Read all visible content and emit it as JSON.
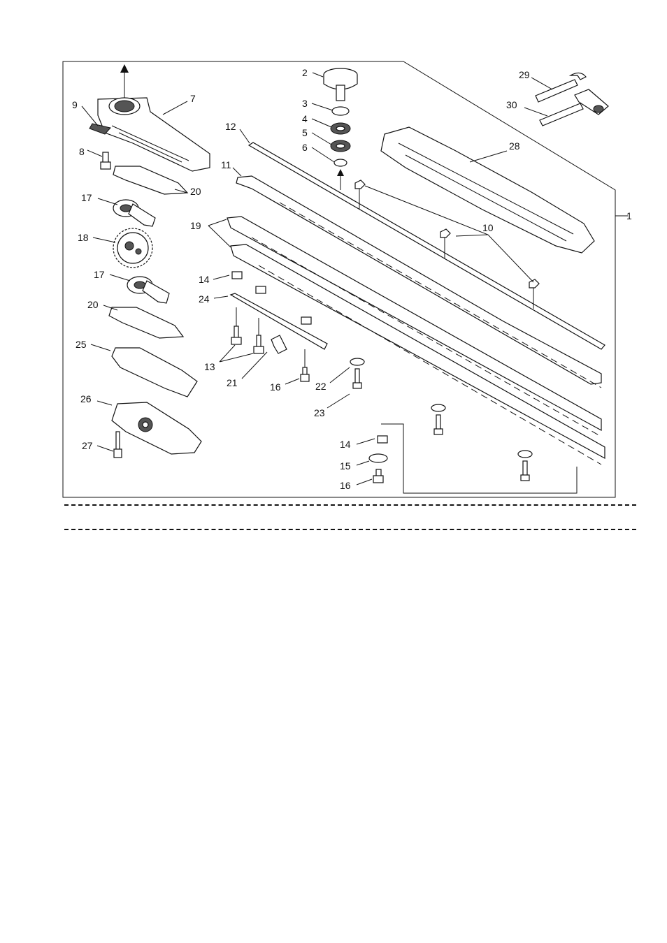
{
  "callouts": {
    "c1": "1",
    "c2": "2",
    "c3": "3",
    "c4": "4",
    "c5": "5",
    "c6": "6",
    "c7": "7",
    "c8": "8",
    "c9": "9",
    "c10": "10",
    "c11": "11",
    "c12": "12",
    "c13": "13",
    "c14a": "14",
    "c14b": "14",
    "c15": "15",
    "c16a": "16",
    "c16b": "16",
    "c17a": "17",
    "c17b": "17",
    "c18": "18",
    "c19": "19",
    "c20a": "20",
    "c20b": "20",
    "c21": "21",
    "c22": "22",
    "c23": "23",
    "c24": "24",
    "c25": "25",
    "c26": "26",
    "c27": "27",
    "c28": "28",
    "c29": "29",
    "c30": "30"
  }
}
